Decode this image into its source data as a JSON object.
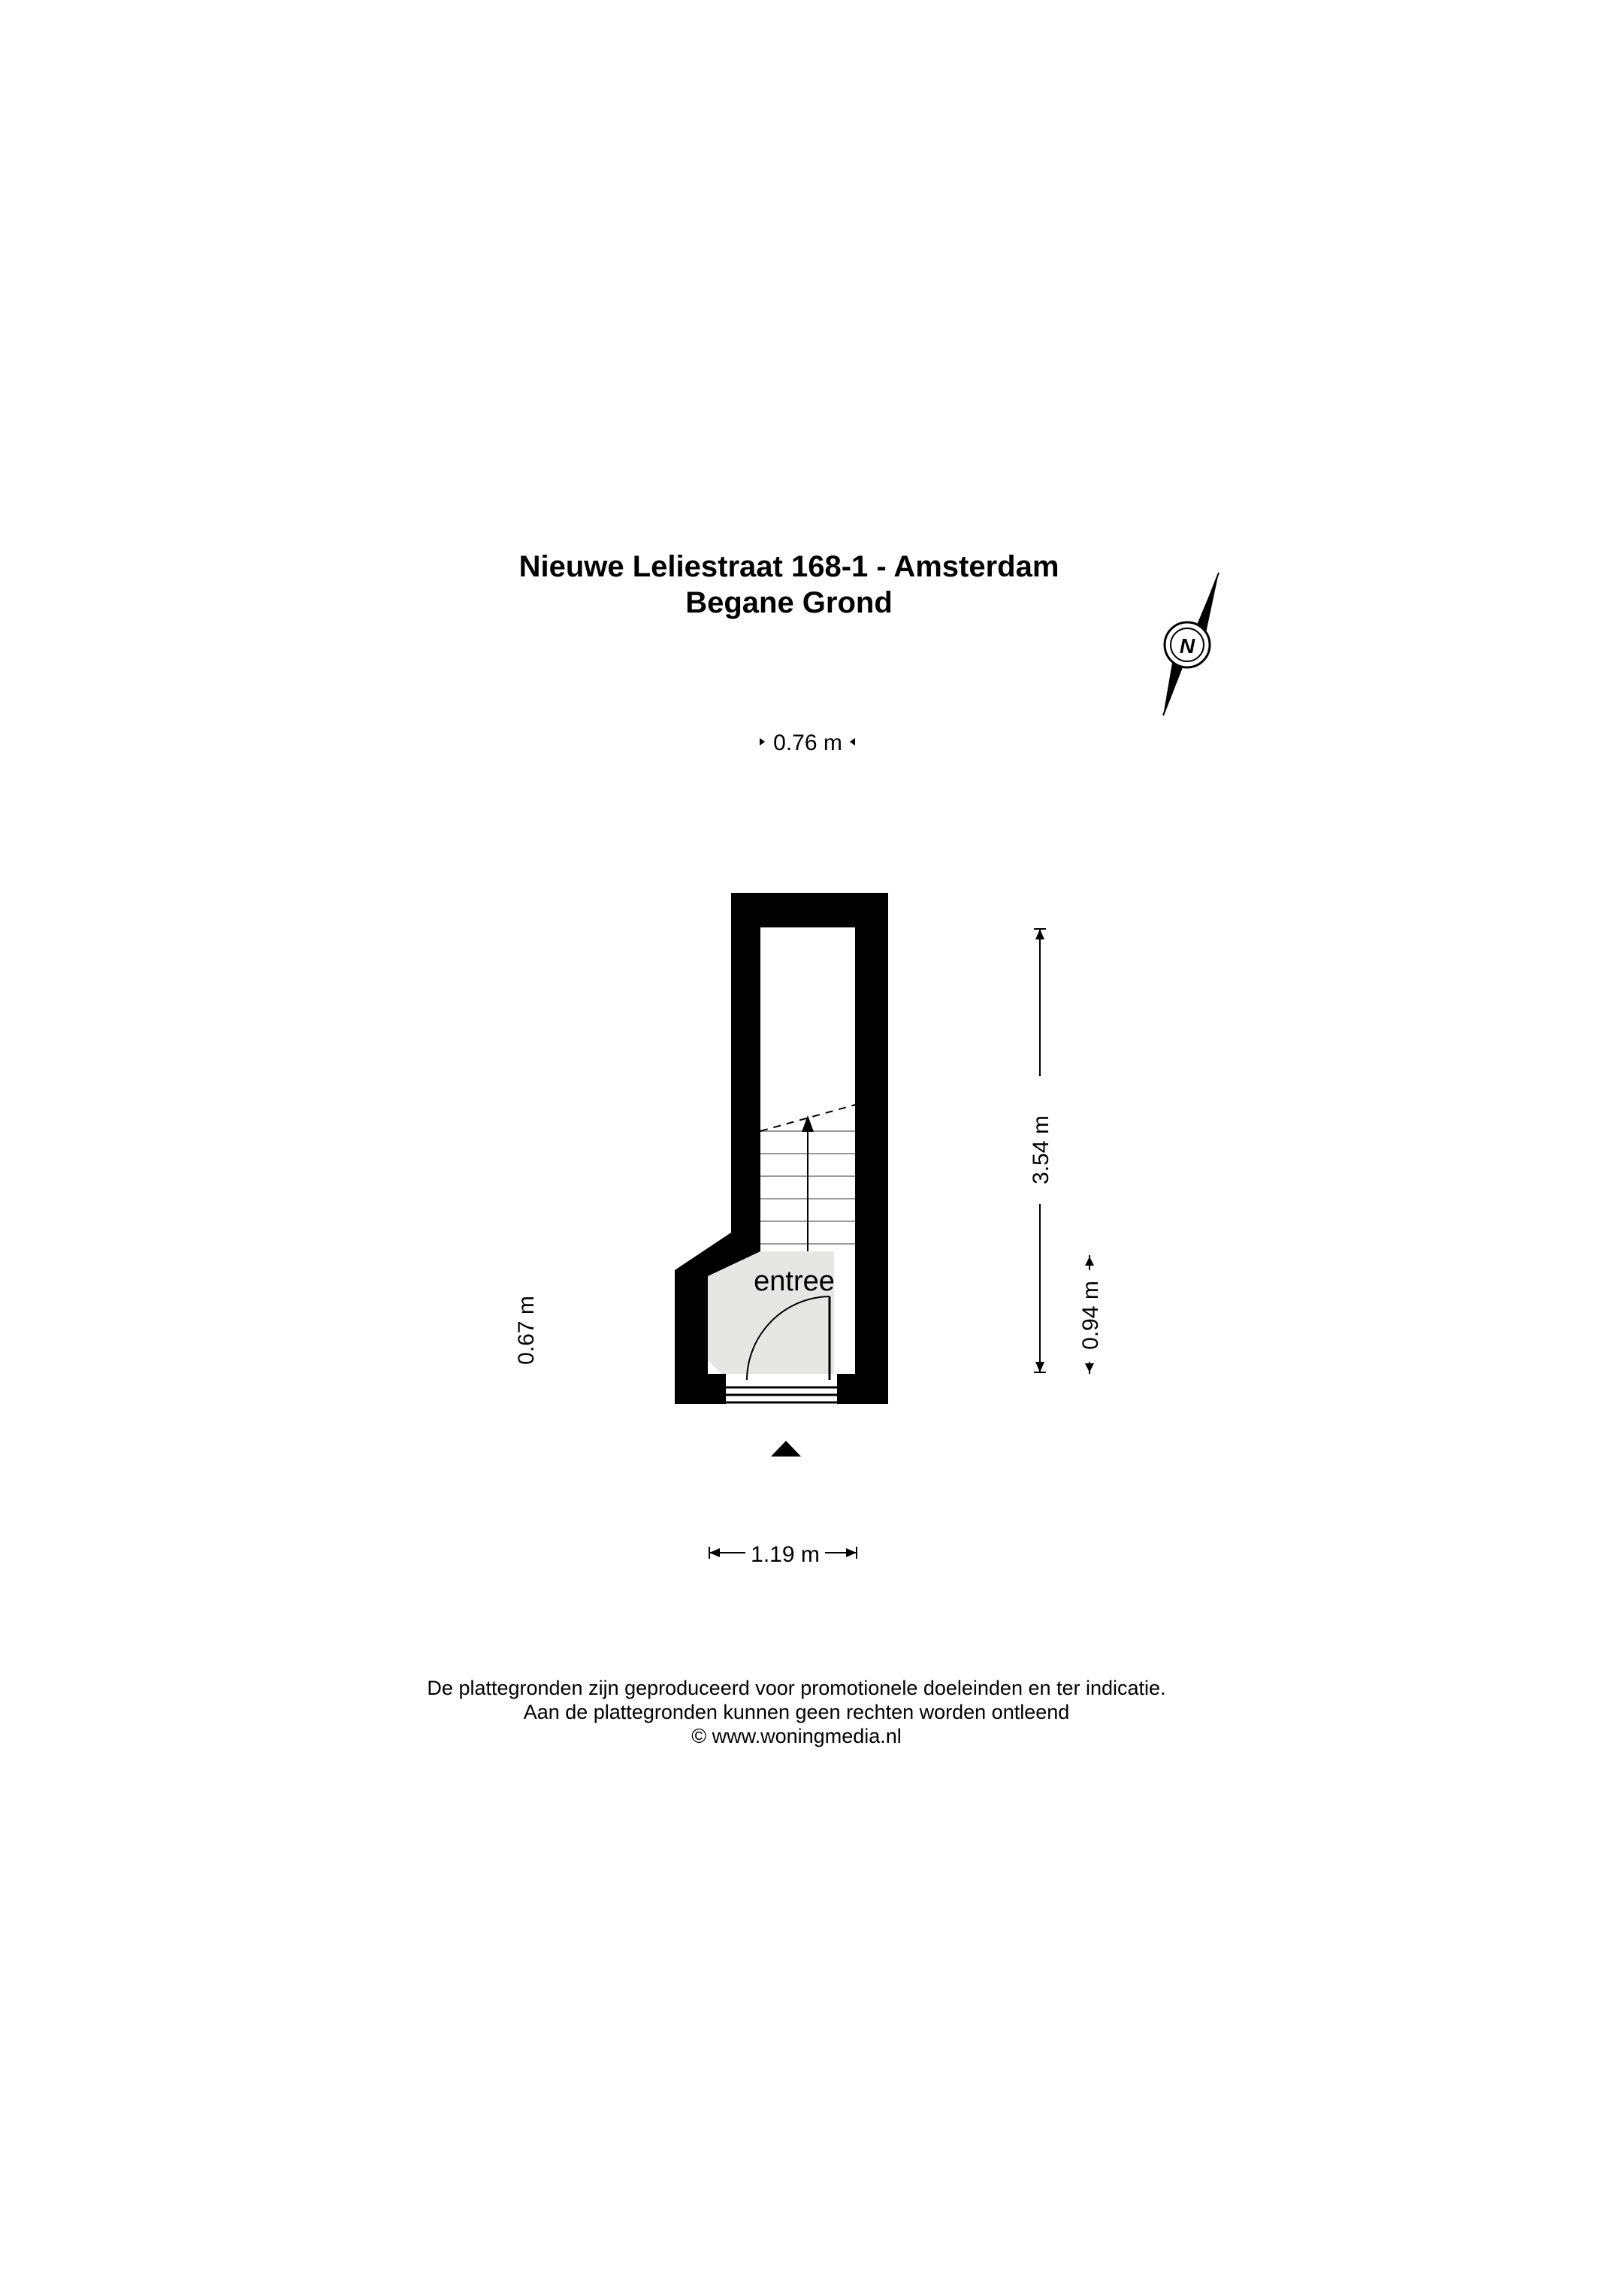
{
  "header": {
    "address": "Nieuwe Leliestraat 168-1 - Amsterdam",
    "floor": "Begane Grond"
  },
  "compass": {
    "label": "N",
    "icon": "north-arrow-icon"
  },
  "dimensions": {
    "top_width": "0.76 m",
    "left_height": "0.67 m",
    "right_height": "3.54 m",
    "right_small_height": "0.94 m",
    "bottom_width": "1.19 m"
  },
  "rooms": [
    {
      "label": "entree"
    }
  ],
  "entrance_marker": {
    "icon": "entrance-triangle-icon"
  },
  "footer": {
    "line1": "De plattegronden zijn geproduceerd voor promotionele doeleinden en ter indicatie.",
    "line2": "Aan de plattegronden kunnen geen rechten worden ontleend",
    "line3": "© www.woningmedia.nl"
  },
  "colors": {
    "wall": "#000000",
    "floor_fill": "#e6e6e4",
    "background": "#ffffff"
  }
}
